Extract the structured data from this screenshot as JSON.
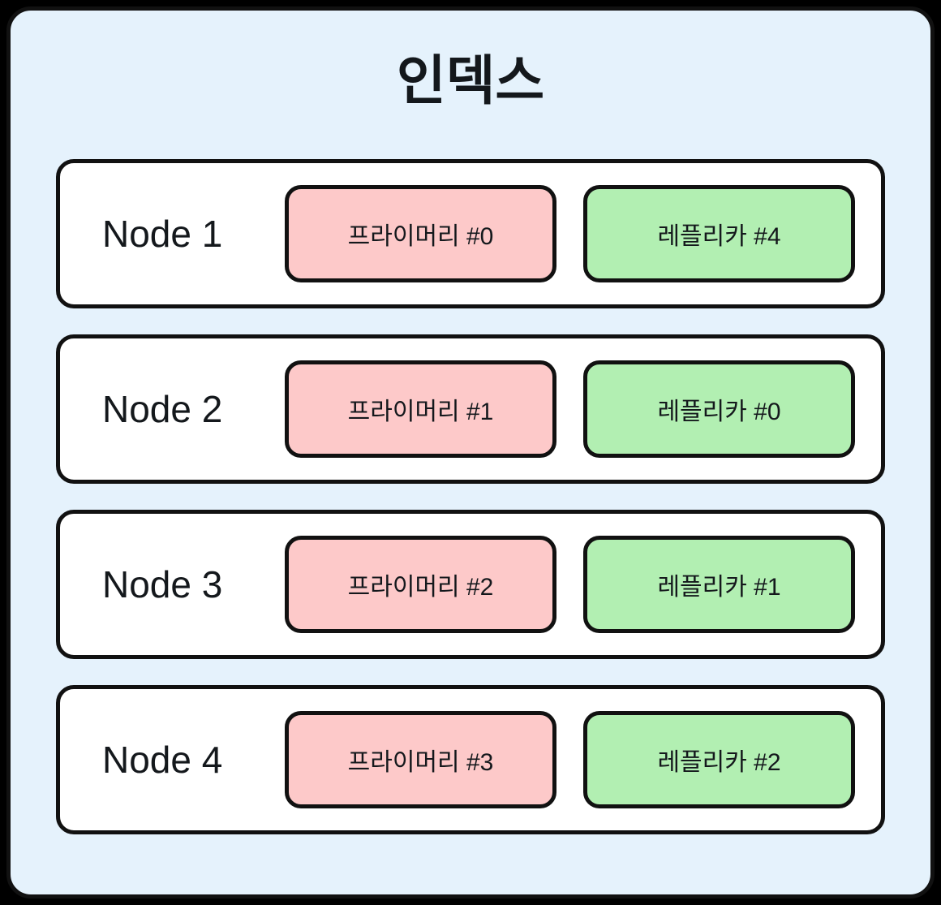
{
  "diagram": {
    "title": "인덱스",
    "colors": {
      "panel_background": "#E5F2FC",
      "node_background": "#FFFFFF",
      "primary_shard": "#FDC9C9",
      "replica_shard": "#B2EFB2",
      "outline": "#111111",
      "text": "#14181C",
      "page_background": "#000000"
    },
    "nodes": [
      {
        "label": "Node 1",
        "primary": "프라이머리 #0",
        "replica": "레플리카 #4"
      },
      {
        "label": "Node 2",
        "primary": "프라이머리 #1",
        "replica": "레플리카 #0"
      },
      {
        "label": "Node 3",
        "primary": "프라이머리 #2",
        "replica": "레플리카 #1"
      },
      {
        "label": "Node 4",
        "primary": "프라이머리 #3",
        "replica": "레플리카 #2"
      }
    ]
  }
}
